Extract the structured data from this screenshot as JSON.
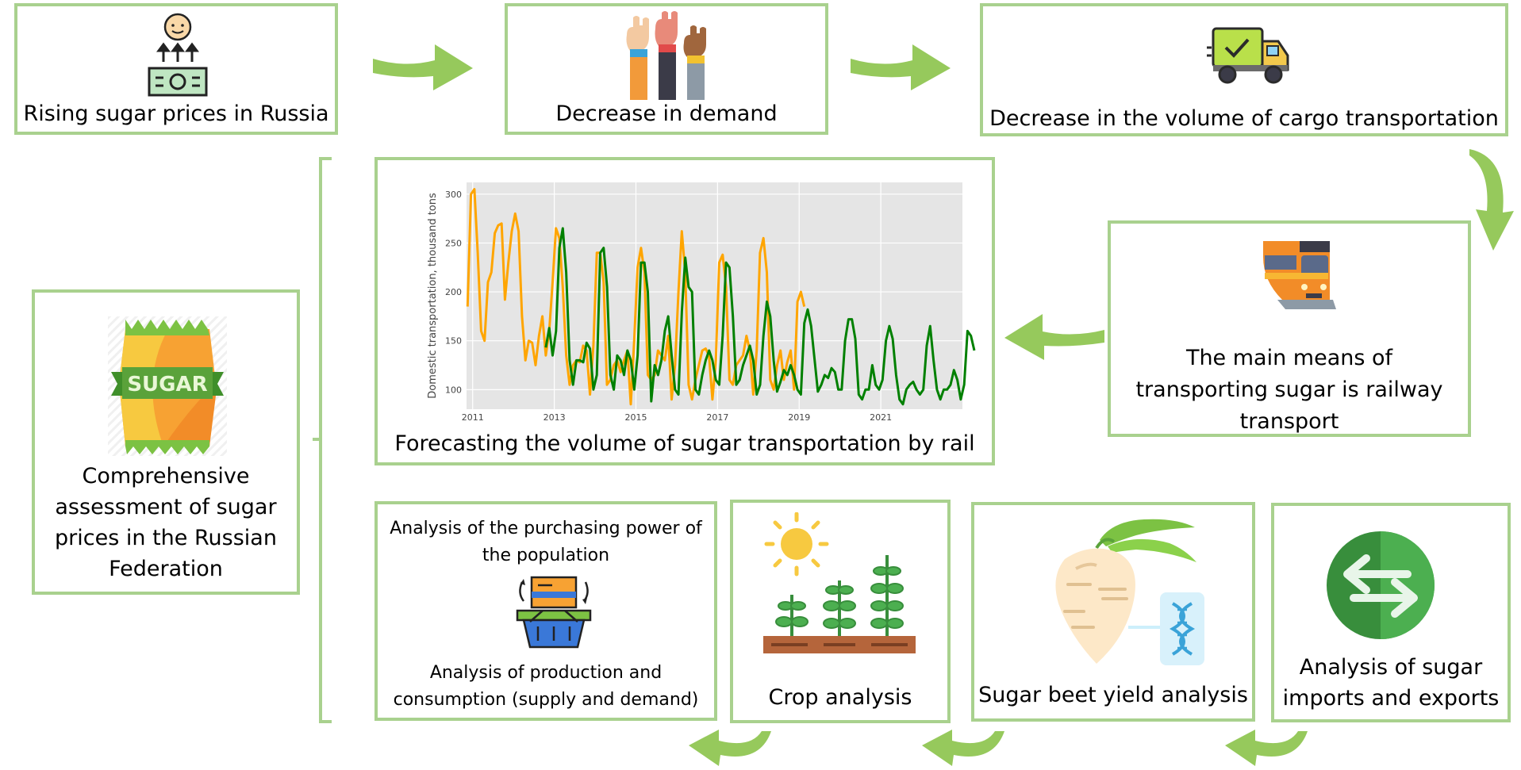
{
  "boxes": {
    "rising": "Rising sugar prices in Russia",
    "demand": "Decrease in demand",
    "cargo": "Decrease in the volume of cargo transportation",
    "railway": "The main means of transporting sugar is railway transport",
    "forecast": "Forecasting the volume of sugar transportation by rail",
    "comprehensive": "Comprehensive assessment of sugar prices in the Russian Federation",
    "purchasing": "Analysis of the purchasing power of the population",
    "production": "Analysis of production and consumption (supply and demand)",
    "crop": "Crop analysis",
    "beet": "Sugar beet yield analysis",
    "trade": "Analysis of sugar imports and exports"
  },
  "sugar_bag_text": "SUGAR",
  "colors": {
    "box_border": "#a9d18e",
    "arrow": "#8bc34a",
    "actual_series": "#ffa500",
    "forecast_series": "#008000",
    "plot_background": "#e5e5e5"
  },
  "chart_data": {
    "type": "line",
    "ylabel": "Domestic transportation, thousand tons",
    "xlabel": "",
    "title": "",
    "xlim": [
      2010.85,
      2023.0
    ],
    "ylim": [
      80,
      312
    ],
    "x_ticks": [
      2011,
      2013,
      2015,
      2017,
      2019,
      2021
    ],
    "x_tick_labels": [
      "2011",
      "2013",
      "2015",
      "2017",
      "2019",
      "2021"
    ],
    "y_ticks": [
      100,
      150,
      200,
      250,
      300
    ],
    "y_tick_labels": [
      "100",
      "150",
      "200",
      "250",
      "300"
    ],
    "grid": true,
    "series": [
      {
        "color": "#ffa500",
        "x_start": 2010.875,
        "x_step": 0.0833333,
        "values": [
          185,
          300,
          305,
          240,
          160,
          150,
          210,
          220,
          260,
          268,
          270,
          192,
          230,
          262,
          280,
          262,
          175,
          130,
          150,
          148,
          125,
          155,
          175,
          135,
          160,
          210,
          265,
          255,
          205,
          135,
          105,
          125,
          130,
          128,
          145,
          140,
          95,
          145,
          240,
          240,
          210,
          105,
          110,
          125,
          130,
          118,
          130,
          140,
          85,
          150,
          225,
          245,
          220,
          115,
          110,
          115,
          140,
          135,
          130,
          155,
          90,
          125,
          200,
          262,
          220,
          105,
          90,
          110,
          125,
          140,
          142,
          135,
          90,
          130,
          230,
          238,
          205,
          110,
          105,
          125,
          130,
          135,
          155,
          140,
          95,
          140,
          240,
          255,
          220,
          110,
          100,
          125,
          140,
          110,
          128,
          140,
          100,
          190,
          200,
          185
        ]
      },
      {
        "color": "#008000",
        "x_start": 2012.792,
        "x_step": 0.0833333,
        "values": [
          143,
          163,
          135,
          160,
          245,
          265,
          220,
          130,
          105,
          130,
          130,
          128,
          148,
          142,
          100,
          115,
          240,
          245,
          205,
          115,
          100,
          135,
          130,
          115,
          140,
          130,
          100,
          135,
          230,
          230,
          200,
          88,
          125,
          115,
          130,
          160,
          175,
          135,
          100,
          95,
          180,
          235,
          205,
          200,
          100,
          95,
          115,
          130,
          140,
          130,
          110,
          105,
          155,
          230,
          225,
          175,
          105,
          110,
          125,
          135,
          145,
          130,
          95,
          105,
          155,
          190,
          175,
          130,
          98,
          108,
          120,
          115,
          125,
          115,
          100,
          95,
          168,
          182,
          165,
          132,
          98,
          105,
          115,
          112,
          122,
          118,
          100,
          100,
          150,
          172,
          172,
          152,
          95,
          90,
          100,
          100,
          125,
          105,
          100,
          110,
          150,
          165,
          152,
          115,
          90,
          85,
          100,
          105,
          108,
          100,
          95,
          100,
          145,
          165,
          130,
          100,
          90,
          100,
          100,
          105,
          120,
          110,
          90,
          105,
          160,
          155,
          140
        ]
      }
    ]
  }
}
